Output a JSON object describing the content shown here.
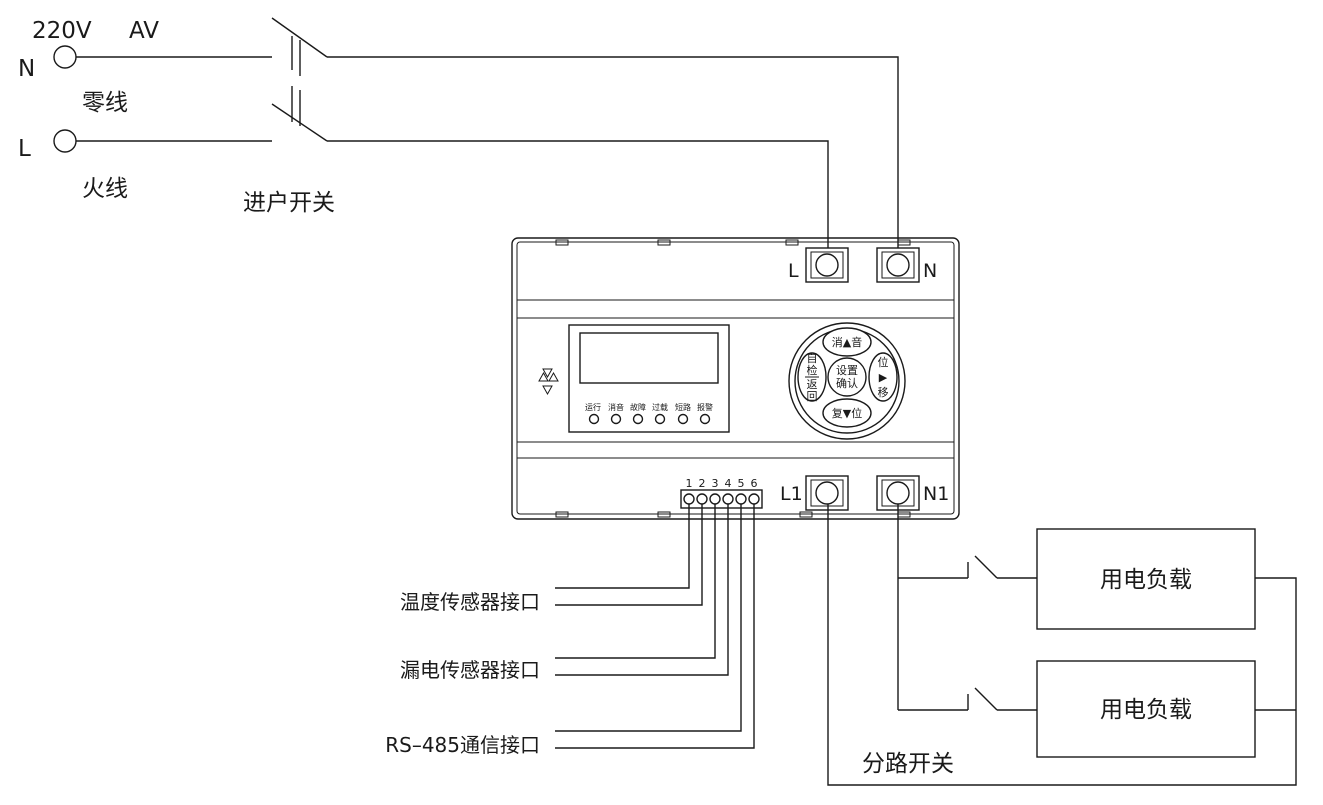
{
  "source": {
    "voltage": "220V",
    "type": "AV",
    "neutral_terminal": "N",
    "neutral_label": "零线",
    "live_terminal": "L",
    "live_label": "火线"
  },
  "main_switch_label": "进户开关",
  "device": {
    "input_terminals": [
      "L",
      "N"
    ],
    "output_terminals": [
      "L1",
      "N1"
    ],
    "indicators": [
      "运行",
      "消音",
      "故障",
      "过载",
      "短路",
      "报警"
    ],
    "port_numbers": [
      "1",
      "2",
      "3",
      "4",
      "5",
      "6"
    ],
    "keypad": {
      "top": "消▲音",
      "bottom": "复▼位",
      "left": [
        "自",
        "检",
        "返",
        "回"
      ],
      "right": [
        "位",
        "▶",
        "移"
      ],
      "center": [
        "设置",
        "确认"
      ]
    }
  },
  "interfaces": [
    "温度传感器接口",
    "漏电传感器接口",
    "RS–485通信接口"
  ],
  "loads": [
    "用电负载",
    "用电负载"
  ],
  "branch_switch_label": "分路开关"
}
